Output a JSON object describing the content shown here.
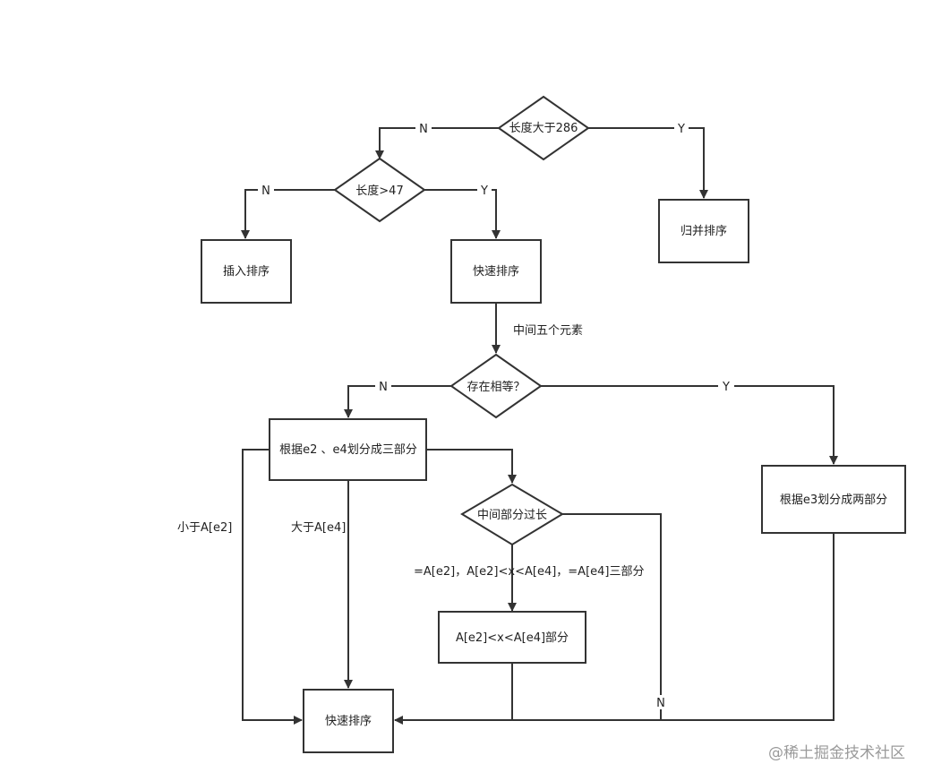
{
  "nodes": {
    "d_len286": "长度大于286",
    "d_len47": "长度>47",
    "merge_sort": "归并排序",
    "insert_sort": "插入排序",
    "quick_sort_1": "快速排序",
    "d_equal": "存在相等？",
    "split_three": "根据e2 、e4划分成三部分",
    "split_two": "根据e3划分成两部分",
    "d_mid_long": "中间部分过长",
    "mid_part": "A[e2]<x<A[e4]部分",
    "quick_sort_2": "快速排序"
  },
  "edge_labels": {
    "len286_n": "N",
    "len286_y": "Y",
    "len47_n": "N",
    "len47_y": "Y",
    "mid_five": "中间五个元素",
    "equal_n": "N",
    "equal_y": "Y",
    "less_e2": "小于A[e2]",
    "greater_e4": "大于A[e4]",
    "three_parts": "=A[e2]，A[e2]<x<A[e4]，=A[e4]三部分",
    "mid_long_n": "N"
  },
  "watermark": "@稀土掘金技术社区",
  "colors": {
    "stroke": "#333333",
    "text": "#222222",
    "watermark": "#9a9a9a"
  }
}
